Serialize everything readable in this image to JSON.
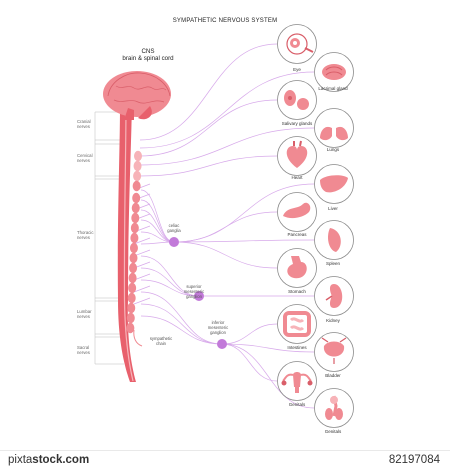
{
  "title": "SYMPATHETIC NERVOUS SYSTEM",
  "cns": {
    "line1": "CNS",
    "line2": "brain & spinal cord"
  },
  "nerve_groups": [
    {
      "line1": "Cranial",
      "line2": "nerves"
    },
    {
      "line1": "Cervical",
      "line2": "nerves"
    },
    {
      "line1": "Thoracic",
      "line2": "nerves"
    },
    {
      "line1": "Lumbar",
      "line2": "nerves"
    },
    {
      "line1": "Sacral",
      "line2": "nerves"
    }
  ],
  "ganglia": [
    {
      "line1": "celiac",
      "line2": "ganglia",
      "line3": ""
    },
    {
      "line1": "superior",
      "line2": "mesenteric",
      "line3": "ganglion"
    },
    {
      "line1": "inferior",
      "line2": "mesenteric",
      "line3": "ganglion"
    }
  ],
  "chain_label": {
    "line1": "sympathetic",
    "line2": "chain"
  },
  "organs": [
    {
      "label": "Eye",
      "icon": "eye-icon"
    },
    {
      "label": "Lacrimal gland",
      "icon": "lacrimal-gland-icon"
    },
    {
      "label": "Salivary glands",
      "icon": "salivary-glands-icon"
    },
    {
      "label": "Lungs",
      "icon": "lungs-icon"
    },
    {
      "label": "Heart",
      "icon": "heart-icon"
    },
    {
      "label": "Liver",
      "icon": "liver-icon"
    },
    {
      "label": "Pancreas",
      "icon": "pancreas-icon"
    },
    {
      "label": "Spleen",
      "icon": "spleen-icon"
    },
    {
      "label": "Stomach",
      "icon": "stomach-icon"
    },
    {
      "label": "Kidney",
      "icon": "kidney-icon"
    },
    {
      "label": "Intestines",
      "icon": "intestines-icon"
    },
    {
      "label": "Bladder",
      "icon": "bladder-icon"
    },
    {
      "label": "Genitals",
      "icon": "female-genitals-icon"
    },
    {
      "label": "Genitals",
      "icon": "male-genitals-icon"
    }
  ],
  "footer": {
    "brand_prefix": "pixta",
    "brand_suffix": "stock.com",
    "image_id": "82197084"
  },
  "colors": {
    "pink": "#f08a92",
    "pink_light": "#f7b3b8",
    "pink_dark": "#d95e69",
    "purple_node": "#c27ad9",
    "purple_line": "#d7a9ea",
    "circle_border": "#8a8a8a"
  }
}
